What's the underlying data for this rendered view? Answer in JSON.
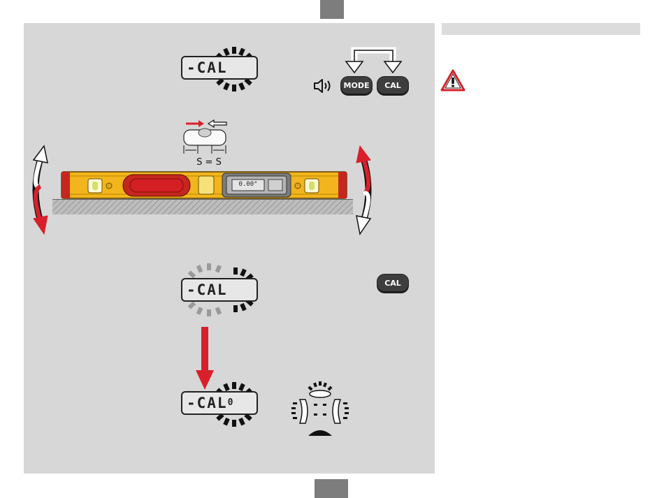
{
  "page": {
    "accent_red": "#d9202a",
    "panel_gray": "#d7d7d7",
    "level_yellow": "#f2b51d"
  },
  "steps": {
    "display_top": "-CAL",
    "display_middle": "-CAL",
    "display_bottom": "-CAL",
    "bottom_digit": "0"
  },
  "buttons": {
    "mode_label": "MODE",
    "cal_label": "CAL",
    "cal_label_second": "CAL"
  },
  "level": {
    "equation": "S = S",
    "display_reading": "0.00°"
  },
  "icons": {
    "sound": "speaker-icon",
    "warning": "warning-triangle-icon",
    "rotate_left": "rotate-arrow-icon",
    "rotate_right": "rotate-arrow-icon",
    "down_arrow": "down-arrow-icon"
  }
}
